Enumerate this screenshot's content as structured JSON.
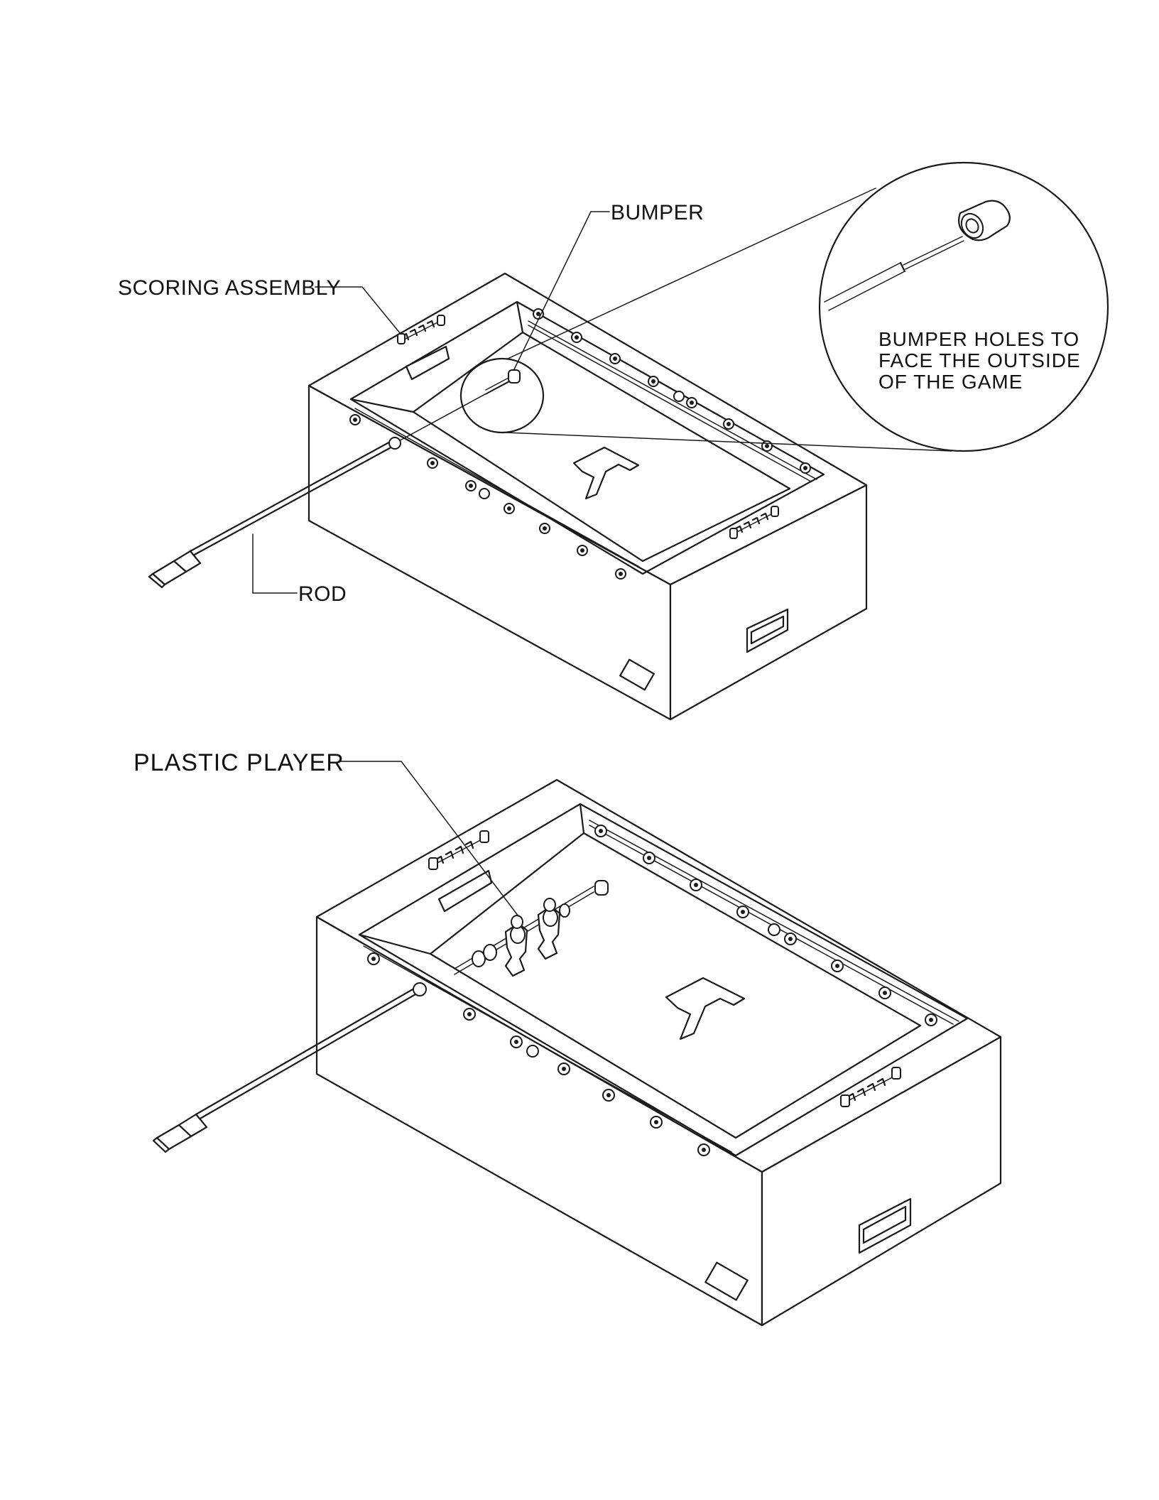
{
  "labels": {
    "bumper": "BUMPER",
    "scoring_assembly": "SCORING ASSEMBLY",
    "rod": "ROD",
    "plastic_player": "PLASTIC PLAYER",
    "detail_note_line1": "BUMPER HOLES TO",
    "detail_note_line2": "FACE THE OUTSIDE",
    "detail_note_line3": "OF THE GAME",
    "table_logo_top": "T",
    "table_logo_bottom": "T"
  },
  "colors": {
    "line": "#1a1a1a",
    "background": "#ffffff"
  }
}
